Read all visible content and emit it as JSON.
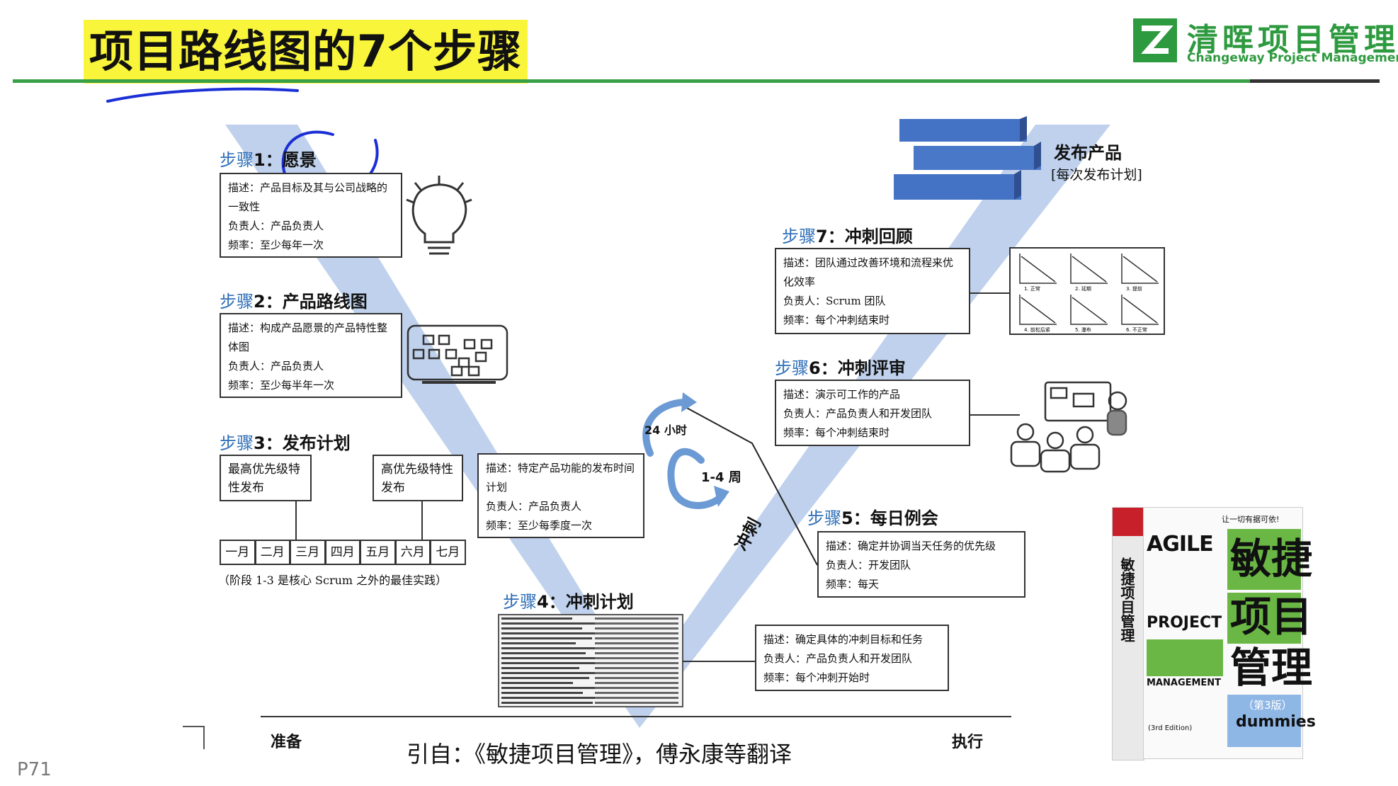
{
  "header": {
    "title": "项目路线图的7个步骤",
    "logo_cn": "清晖项目管理",
    "logo_en": "Changeway Project Management"
  },
  "steps": [
    {
      "prefix": "步骤",
      "num": "1：",
      "name": "愿景",
      "lines": [
        "描述：产品目标及其与公司战略的一致性",
        "负责人：产品负责人",
        "频率：至少每年一次"
      ]
    },
    {
      "prefix": "步骤",
      "num": "2：",
      "name": "产品路线图",
      "lines": [
        "描述：构成产品愿景的产品特性整体图",
        "负责人：产品负责人",
        "频率：至少每半年一次"
      ]
    },
    {
      "prefix": "步骤",
      "num": "3：",
      "name": "发布计划",
      "lines": [
        "描述：特定产品功能的发布时间计划",
        "负责人：产品负责人",
        "频率：至少每季度一次"
      ]
    },
    {
      "prefix": "步骤",
      "num": "4：",
      "name": "冲刺计划",
      "lines": [
        "描述：确定具体的冲刺目标和任务",
        "负责人：产品负责人和开发团队",
        "频率：每个冲刺开始时"
      ]
    },
    {
      "prefix": "步骤",
      "num": "5：",
      "name": "每日例会",
      "lines": [
        "描述：确定并协调当天任务的优先级",
        "负责人：开发团队",
        "频率：每天"
      ]
    },
    {
      "prefix": "步骤",
      "num": "6：",
      "name": "冲刺评审",
      "lines": [
        "描述：演示可工作的产品",
        "负责人：产品负责人和开发团队",
        "频率：每个冲刺结束时"
      ]
    },
    {
      "prefix": "步骤",
      "num": "7：",
      "name": "冲刺回顾",
      "lines": [
        "描述：团队通过改善环境和流程来优化效率",
        "负责人：Scrum 团队",
        "频率：每个冲刺结束时"
      ]
    }
  ],
  "release_plan": {
    "top_priority": "最高优先级特性发布",
    "high_priority": "高优先级特性发布",
    "months": [
      "一月",
      "二月",
      "三月",
      "四月",
      "五月",
      "六月",
      "七月"
    ],
    "note": "（阶段 1-3 是核心 Scrum 之外的最佳实践）"
  },
  "release_product": {
    "title": "发布产品",
    "subtitle": "[每次发布计划]"
  },
  "sprint": {
    "label": "冲刺",
    "cycle_day": "24 小时",
    "cycle_weeks": "1-4 周"
  },
  "axis": {
    "left": "准备",
    "right": "执行"
  },
  "citation": "引自：《敏捷项目管理》，傅永康等翻译",
  "page_number": "P71",
  "burndown_labels": [
    "1. 正常",
    "2. 延期",
    "3. 提前",
    "4. 前松后紧",
    "5. 瀑布",
    "6. 不正常"
  ],
  "book": {
    "agile": "AGILE",
    "project": "PROJECT",
    "management": "MANAGEMENT",
    "cn1": "敏捷",
    "cn2": "项目",
    "cn3": "管理",
    "edition": "（第3版）",
    "dummies": "dummies",
    "spine": "敏捷项目管理",
    "edition_en": "(3rd Edition)",
    "slogan": "让一切有据可依!"
  },
  "colors": {
    "v_shape": "#a9c1e6",
    "step_blue": "#2f6fb8",
    "green": "#3aa047",
    "highlight": "#f9f53a",
    "pen": "#1b2fd6",
    "box_3d": "#4472c4"
  }
}
